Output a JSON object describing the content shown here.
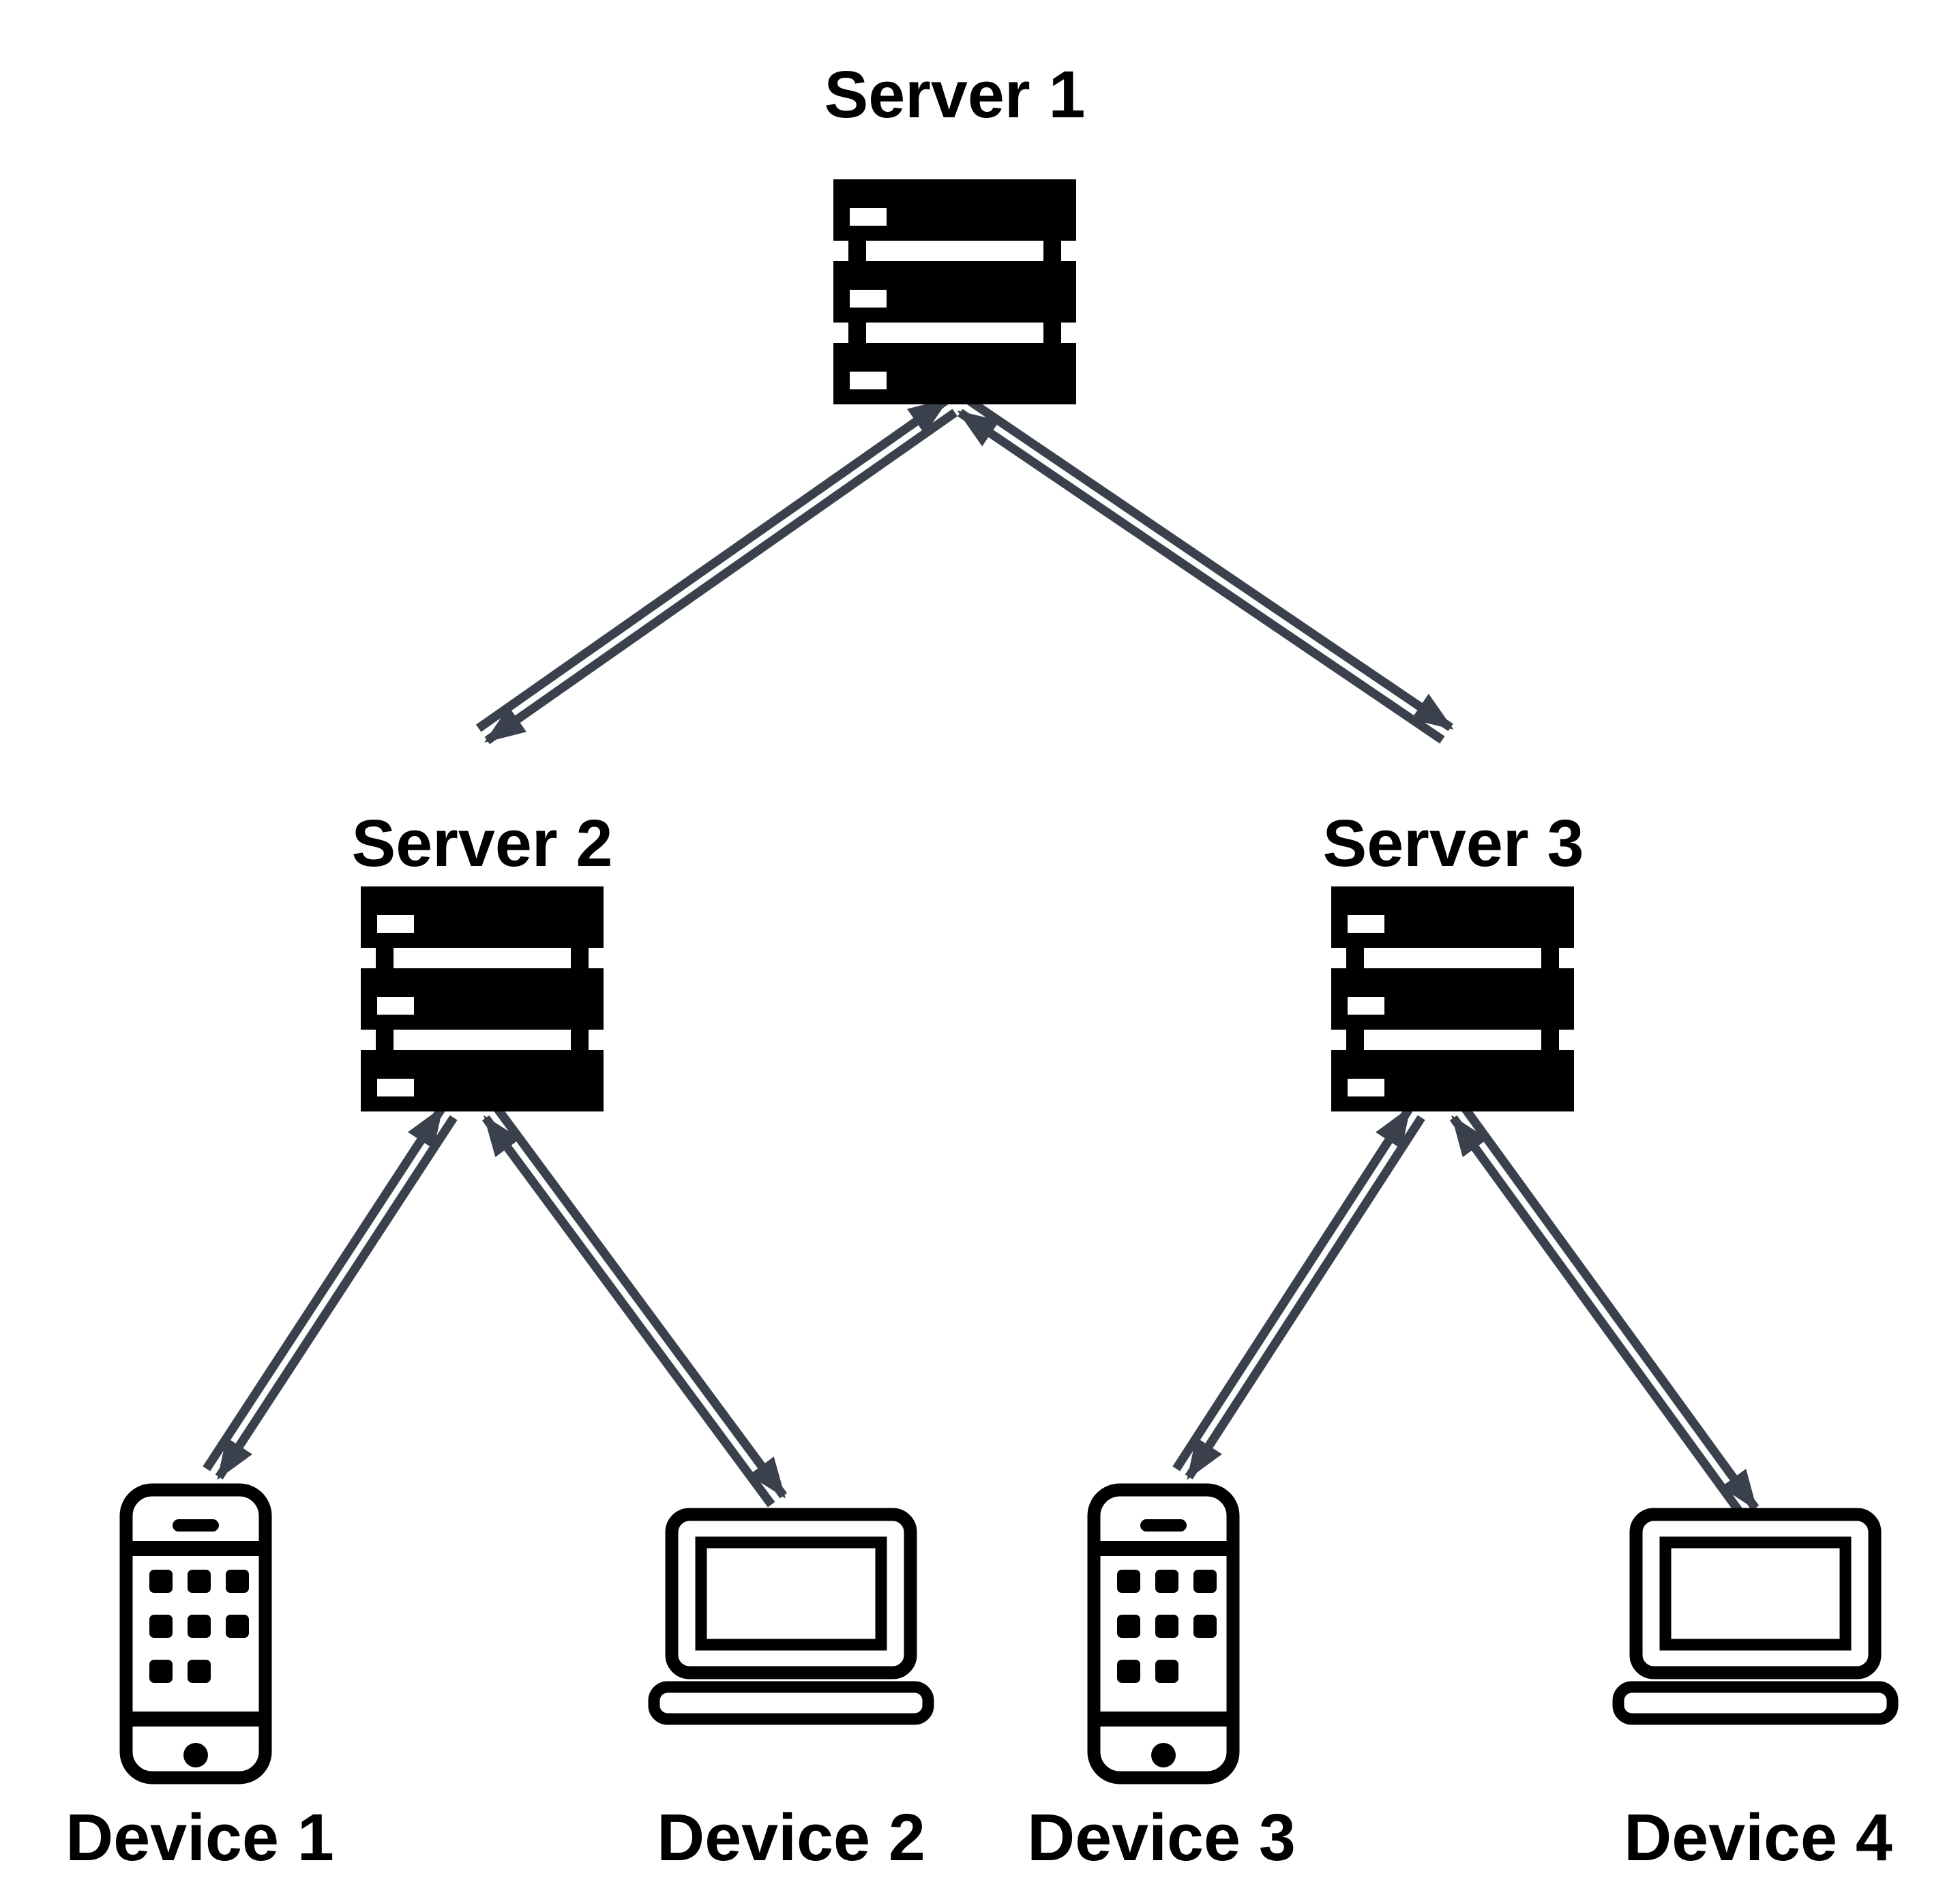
{
  "diagram": {
    "type": "network-topology-tree",
    "background_color": "#ffffff",
    "icon_color": "#000000",
    "label_color": "#000000",
    "arrow_color": "#3a414d",
    "nodes": [
      {
        "id": "server1",
        "label": "Server 1",
        "type": "server",
        "tier": "top"
      },
      {
        "id": "server2",
        "label": "Server 2",
        "type": "server",
        "tier": "middle"
      },
      {
        "id": "server3",
        "label": "Server 3",
        "type": "server",
        "tier": "middle"
      },
      {
        "id": "device1",
        "label": "Device 1",
        "type": "smartphone",
        "tier": "bottom"
      },
      {
        "id": "device2",
        "label": "Device 2",
        "type": "laptop",
        "tier": "bottom"
      },
      {
        "id": "device3",
        "label": "Device 3",
        "type": "smartphone",
        "tier": "bottom"
      },
      {
        "id": "device4",
        "label": "Device 4",
        "type": "laptop",
        "tier": "bottom"
      }
    ],
    "edges": [
      {
        "from": "server1",
        "to": "server2",
        "direction": "bidirectional"
      },
      {
        "from": "server1",
        "to": "server3",
        "direction": "bidirectional"
      },
      {
        "from": "server2",
        "to": "device1",
        "direction": "bidirectional"
      },
      {
        "from": "server2",
        "to": "device2",
        "direction": "bidirectional"
      },
      {
        "from": "server3",
        "to": "device3",
        "direction": "bidirectional"
      },
      {
        "from": "server3",
        "to": "device4",
        "direction": "bidirectional"
      }
    ]
  }
}
